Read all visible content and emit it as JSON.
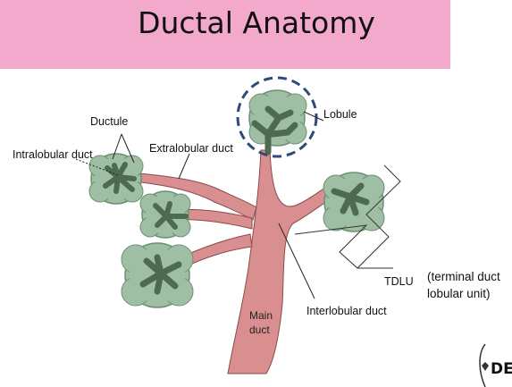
{
  "title": "Ductal Anatomy",
  "labels": {
    "ductule": "Ductule",
    "intralobular_duct": "Intralobular duct",
    "extralobular_duct": "Extralobular duct",
    "lobule": "Lobule",
    "tdlu": "TDLU",
    "tdlu_expansion_line1": "(terminal duct",
    "tdlu_expansion_line2": "lobular unit)",
    "interlobular_duct": "Interlobular duct",
    "main_duct_line1": "Main",
    "main_duct_line2": "duct"
  },
  "logo": {
    "text": "DEA"
  },
  "colors": {
    "banner": "#f2a9cb",
    "duct": "#d98f90",
    "duct_outline": "#8a4a4c",
    "lobule_fill": "#9fbfa4",
    "lobule_outline": "#6d8f74",
    "ductule_fill": "#4f6a52",
    "highlight_ring": "#2f4a7a"
  }
}
